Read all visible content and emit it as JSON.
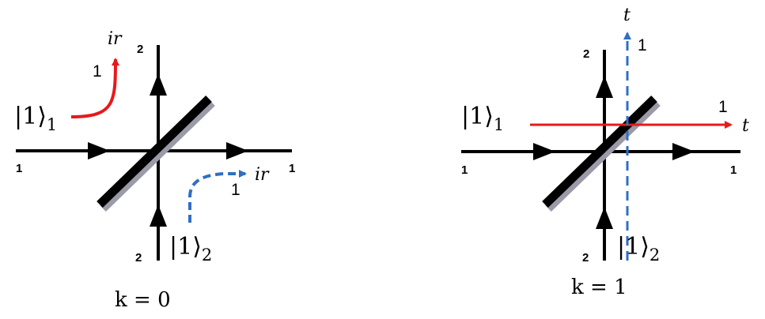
{
  "panels": [
    {
      "caption": "k = 0",
      "ket1": {
        "base": "|1⟩",
        "sub": "1"
      },
      "ket2": {
        "base": "|1⟩",
        "sub": "2"
      },
      "ports": {
        "left": "1",
        "right": "1",
        "top": "2",
        "bottom": "2"
      },
      "out_a": {
        "num": "1",
        "coef": "ir"
      },
      "out_b": {
        "num": "1",
        "coef": "ir"
      }
    },
    {
      "caption": "k = 1",
      "ket1": {
        "base": "|1⟩",
        "sub": "1"
      },
      "ket2": {
        "base": "|1⟩",
        "sub": "2"
      },
      "ports": {
        "left": "1",
        "right": "1",
        "top": "2",
        "bottom": "2"
      },
      "out_a": {
        "num": "1",
        "coef": "t"
      },
      "out_b": {
        "num": "1",
        "coef": "t"
      }
    }
  ],
  "colors": {
    "beam": "#000000",
    "mode1_photon": "#e8191b",
    "mode2_photon": "#2f6fc4",
    "splitter_shadow": "#9a9aa8"
  }
}
